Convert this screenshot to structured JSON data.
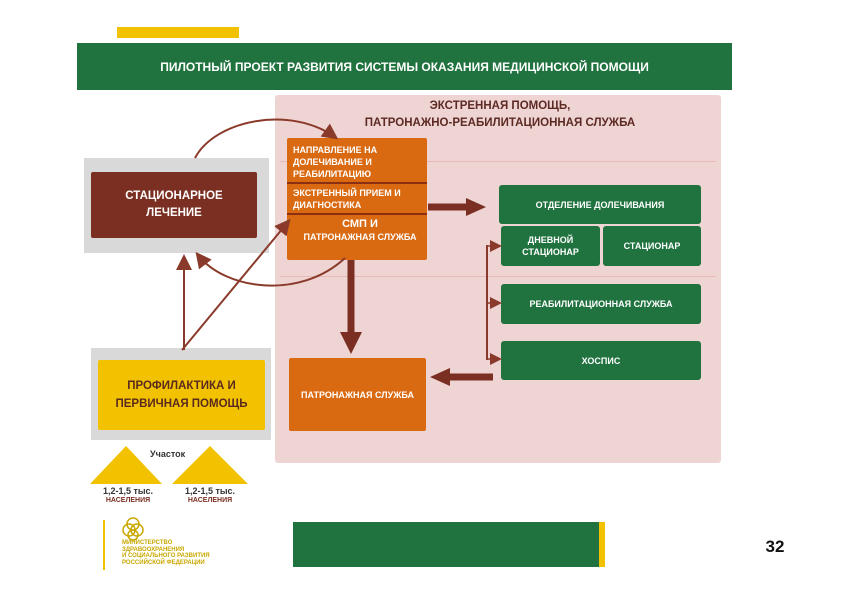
{
  "header": {
    "title": "ПИЛОТНЫЙ ПРОЕКТ РАЗВИТИЯ СИСТЕМЫ ОКАЗАНИЯ МЕДИЦИНСКОЙ ПОМОЩИ"
  },
  "panel": {
    "title_line1": "ЭКСТРЕННАЯ ПОМОЩЬ,",
    "title_line2": "ПАТРОНАЖНО-РЕАБИЛИТАЦИОННАЯ СЛУЖБА"
  },
  "stationary": {
    "line1": "СТАЦИОНАРНОЕ",
    "line2": "ЛЕЧЕНИЕ"
  },
  "prevention": {
    "line1": "ПРОФИЛАКТИКА И",
    "line2": "ПЕРВИЧНАЯ ПОМОЩЬ"
  },
  "emergency": {
    "referral_line1": "НАПРАВЛЕНИЕ НА",
    "referral_line2": "ДОЛЕЧИВАНИЕ И",
    "referral_line3": "РЕАБИЛИТАЦИЮ",
    "reception_line1": "ЭКСТРЕННЫЙ ПРИЕМ И",
    "reception_line2": "ДИАГНОСТИКА",
    "smp_line1": "СМП И",
    "smp_line2": "ПАТРОНАЖНАЯ СЛУЖБА"
  },
  "patronage": {
    "label": "ПАТРОНАЖНАЯ СЛУЖБА"
  },
  "services": {
    "aftercare": "ОТДЕЛЕНИЕ ДОЛЕЧИВАНИЯ",
    "day_hospital_line1": "ДНЕВНОЙ",
    "day_hospital_line2": "СТАЦИОНАР",
    "hospital": "СТАЦИОНАР",
    "rehab": "РЕАБИЛИТАЦИОННАЯ СЛУЖБА",
    "hospice": "ХОСПИС"
  },
  "districts": {
    "label": "Участок",
    "left_line1": "1,2-1,5 тыс.",
    "left_line2": "НАСЕЛЕНИЯ",
    "right_line1": "1,2-1,5 тыс.",
    "right_line2": "НАСЕЛЕНИЯ"
  },
  "footer": {
    "ministry_line1": "МИНИСТЕРСТВО",
    "ministry_line2": "ЗДРАВООХРАНЕНИЯ",
    "ministry_line3": "И СОЦИАЛЬНОГО РАЗВИТИЯ",
    "ministry_line4": "РОССИЙСКОЙ ФЕДЕРАЦИИ",
    "page_number": "32"
  },
  "colors": {
    "green": "#20733f",
    "yellow": "#f2c200",
    "maroon": "#7a2f22",
    "orange": "#d96a12",
    "pink": "#efd4d4",
    "arrow": "#8a3a2a"
  }
}
